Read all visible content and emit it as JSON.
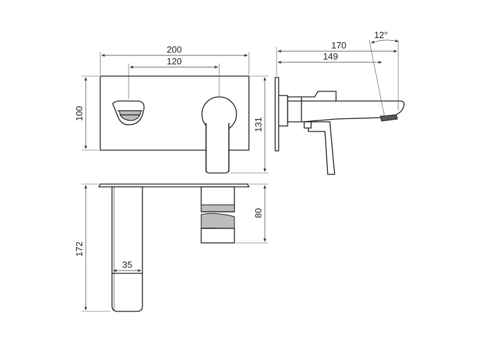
{
  "dimensions": {
    "front_width": "200",
    "front_spacing": "120",
    "front_height": "100",
    "front_total_height": "131",
    "side_length": "170",
    "side_spout": "149",
    "side_angle": "12°",
    "top_spout_length": "172",
    "top_spout_width": "35",
    "top_handle_depth": "80"
  },
  "colors": {
    "line": "#1a1a1a",
    "shading": "#bdbdbd"
  }
}
